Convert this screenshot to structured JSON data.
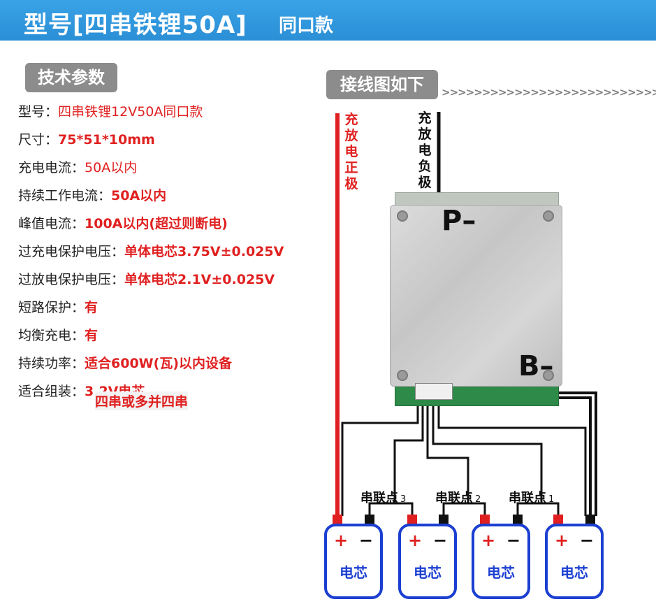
{
  "header": {
    "model_title": "型号[四串铁锂50A]",
    "model_subtitle": "同口款"
  },
  "tech": {
    "section_label": "技术参数",
    "rows": [
      {
        "label": "型号：",
        "value": "四串铁锂12V50A同口款"
      },
      {
        "label": "尺寸：",
        "value": "75*51*10mm"
      },
      {
        "label": "充电电流：",
        "value": "50A以内"
      },
      {
        "label": "持续工作电流：",
        "value": "50A以内"
      },
      {
        "label": "峰值电流：",
        "value": "100A以内(超过则断电)"
      },
      {
        "label": "过充电保护电压：",
        "value": "单体电芯3.75V±0.025V"
      },
      {
        "label": "过放电保护电压：",
        "value": "单体电芯2.1V±0.025V"
      },
      {
        "label": "短路保护：",
        "value": "有"
      },
      {
        "label": "均衡充电：",
        "value": "有"
      },
      {
        "label": "持续功率：",
        "value": "适合600W(瓦)以内设备"
      },
      {
        "label": "适合组装：",
        "value": "3.2V电芯"
      }
    ],
    "assembly_extra": "四串或多并四串"
  },
  "wiring": {
    "section_label": "接线图如下",
    "arrows": ">>>>>>>>>>>>>>>>>>>>>>>>>>>",
    "pos_lead_label": "充放电正极",
    "neg_lead_label": "充放电负极",
    "board_p_label": "P–",
    "board_b_label": "B–",
    "series_nodes": [
      {
        "label": "串联点",
        "num": "3"
      },
      {
        "label": "串联点",
        "num": "2"
      },
      {
        "label": "串联点",
        "num": "1"
      }
    ],
    "cells": [
      {
        "name": "电芯",
        "plus": "+",
        "minus": "−"
      },
      {
        "name": "电芯",
        "plus": "+",
        "minus": "−"
      },
      {
        "name": "电芯",
        "plus": "+",
        "minus": "−"
      },
      {
        "name": "电芯",
        "plus": "+",
        "minus": "−"
      }
    ],
    "colors": {
      "positive": "#e02020",
      "negative": "#111111",
      "cell_border": "#1b3fd1",
      "banner": "#2b8fd6"
    }
  }
}
